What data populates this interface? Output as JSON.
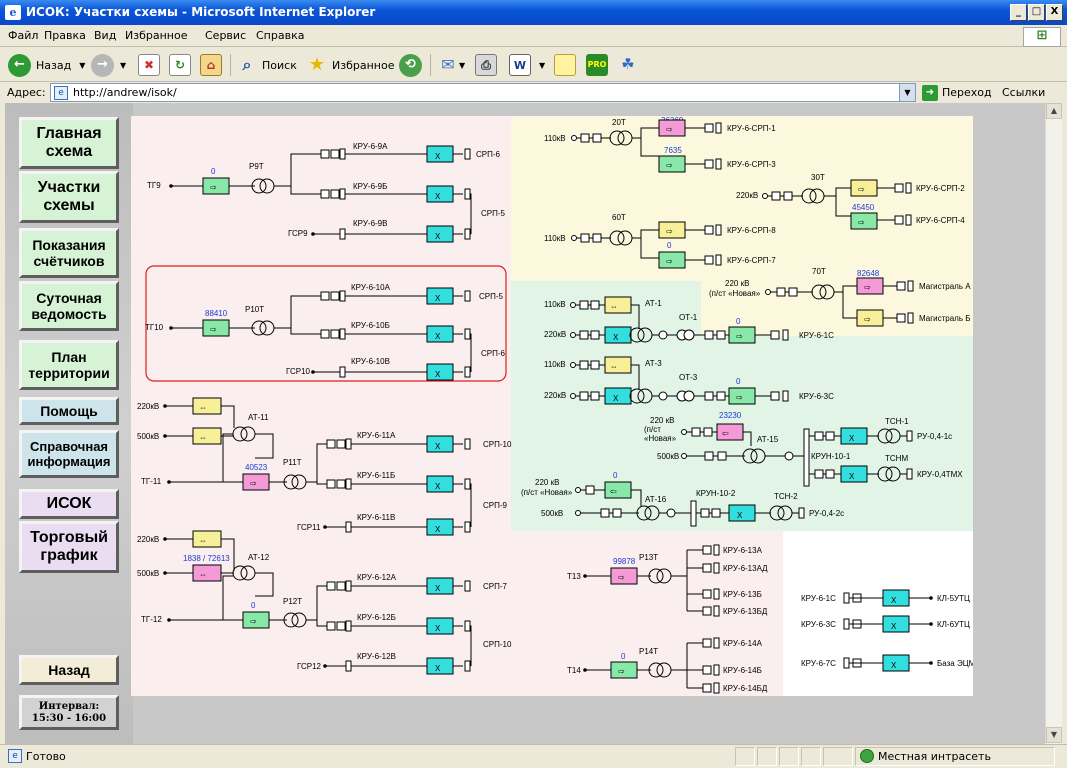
{
  "window": {
    "title": "ИСОК: Участки схемы - Microsoft Internet Explorer",
    "min": "_",
    "max": "□",
    "close": "X"
  },
  "menu": [
    "Файл",
    "Правка",
    "Вид",
    "Избранное",
    "Сервис",
    "Справка"
  ],
  "toolbar": {
    "back": "Назад",
    "search": "Поиск",
    "favorites": "Избранное"
  },
  "address": {
    "label": "Адрес:",
    "url": "http://andrew/isok/",
    "go": "Переход",
    "links": "Ссылки"
  },
  "status": {
    "text": "Готово",
    "zone": "Местная интрасеть"
  },
  "nav": {
    "main": "Главная схема",
    "sections": "Участки схемы",
    "meters": "Показания счётчиков",
    "daily": "Суточная ведомость",
    "plan": "План территории",
    "help": "Помощь",
    "reference": "Справочная информация",
    "isok": "ИСОК",
    "trade": "Торговый график",
    "back": "Назад",
    "interval_label": "Интервал:",
    "interval_value": "15:30 - 16:00"
  },
  "diagram": {
    "colors": {
      "pink": "#fbeeee",
      "yellow": "#fbf8dd",
      "green": "#e1f4e5",
      "white": "#ffffff",
      "cyan": "#33dede",
      "lime": "#88e8a8",
      "yel": "#f8f098",
      "mag": "#f49ad6",
      "red": "#d82020"
    },
    "s9": {
      "src": "ТГ9",
      "val": "0",
      "trafo": "Р9Т",
      "a": "КРУ-6-9А",
      "b": "КРУ-6-9Б",
      "c": "КРУ-6-9В",
      "gen": "ГСР9",
      "srp6": "СРП-6",
      "srp5": "СРП-5"
    },
    "s10": {
      "src": "ТГ10",
      "val": "88410",
      "trafo": "Р10Т",
      "a": "КРУ-6-10А",
      "b": "КРУ-6-10Б",
      "c": "КРУ-6-10В",
      "gen": "ГСР10",
      "srp5": "СРП-5",
      "srp6": "СРП-6"
    },
    "s11": {
      "k220": "220кВ",
      "k500": "500кВ",
      "src": "ТГ-11",
      "val": "40523",
      "at": "АТ-11",
      "trafo": "Р11Т",
      "a": "КРУ-6-11А",
      "b": "КРУ-6-11Б",
      "c": "КРУ-6-11В",
      "gen": "ГСР11",
      "srp10": "СРП-10",
      "srp9": "СРП-9"
    },
    "s12": {
      "k220": "220кВ",
      "k500": "500кВ",
      "dual": "1838 / 72613",
      "src": "ТГ-12",
      "val": "0",
      "at": "АТ-12",
      "trafo": "Р12Т",
      "a": "КРУ-6-12А",
      "b": "КРУ-6-12Б",
      "c": "КРУ-6-12В",
      "gen": "ГСР12",
      "srp7": "СРП-7",
      "srp10": "СРП-10"
    },
    "t20": {
      "k": "110кВ",
      "name": "20Т",
      "v1": "36369",
      "v2": "7635",
      "a": "КРУ-6-СРП-1",
      "b": "КРУ-6-СРП-3"
    },
    "t30": {
      "k": "220кВ",
      "name": "30Т",
      "v": "45450",
      "a": "КРУ-6-СРП-2",
      "b": "КРУ-6-СРП-4"
    },
    "t60": {
      "k": "110кВ",
      "name": "60Т",
      "v": "0",
      "a": "КРУ-6-СРП-8",
      "b": "КРУ-6-СРП-7"
    },
    "t70": {
      "k": "220 кВ",
      "k2": "(п/ст «Новая»",
      "name": "70Т",
      "v": "82648",
      "a": "Магистраль А",
      "b": "Магистраль Б"
    },
    "at1": {
      "k1": "110кВ",
      "k2": "220кВ",
      "name": "АТ-1",
      "ot": "ОТ-1",
      "v": "0",
      "out": "КРУ-6-1С"
    },
    "at3": {
      "k1": "110кВ",
      "k2": "220кВ",
      "name": "АТ-3",
      "ot": "ОТ-3",
      "v": "0",
      "out": "КРУ-6-3С"
    },
    "at15": {
      "k1": "220 кВ",
      "k1b": "(п/ст",
      "k1c": "«Новая»",
      "k2": "500кВ",
      "name": "АТ-15",
      "v": "23230",
      "krun": "КРУН-10-1",
      "tsn1": "ТСН-1",
      "tsnm": "ТСНМ",
      "out1": "РУ-0,4-1с",
      "out2": "КРУ-0,4ТМХ"
    },
    "at16": {
      "k1": "220 кВ",
      "k1b": "(п/ст «Новая»",
      "k2": "500кВ",
      "name": "АТ-16",
      "v": "0",
      "krun": "КРУН-10-2",
      "tsn": "ТСН-2",
      "out": "РУ-0,4-2с"
    },
    "s13": {
      "src": "Т13",
      "val": "99878",
      "trafo": "Р13Т",
      "a": "КРУ-6-13А",
      "ad": "КРУ-6-13АД",
      "b": "КРУ-6-13Б",
      "bd": "КРУ-6-13БД"
    },
    "s14": {
      "src": "Т14",
      "val": "0",
      "trafo": "Р14Т",
      "a": "КРУ-6-14А",
      "b": "КРУ-6-14Б",
      "bd": "КРУ-6-14БД"
    },
    "lines": [
      {
        "from": "КРУ-6-1С",
        "to": "КЛ-5УТЦ"
      },
      {
        "from": "КРУ-6-3С",
        "to": "КЛ-6УТЦ"
      },
      {
        "from": "КРУ-6-7С",
        "to": "База ЭЦМ"
      }
    ]
  }
}
